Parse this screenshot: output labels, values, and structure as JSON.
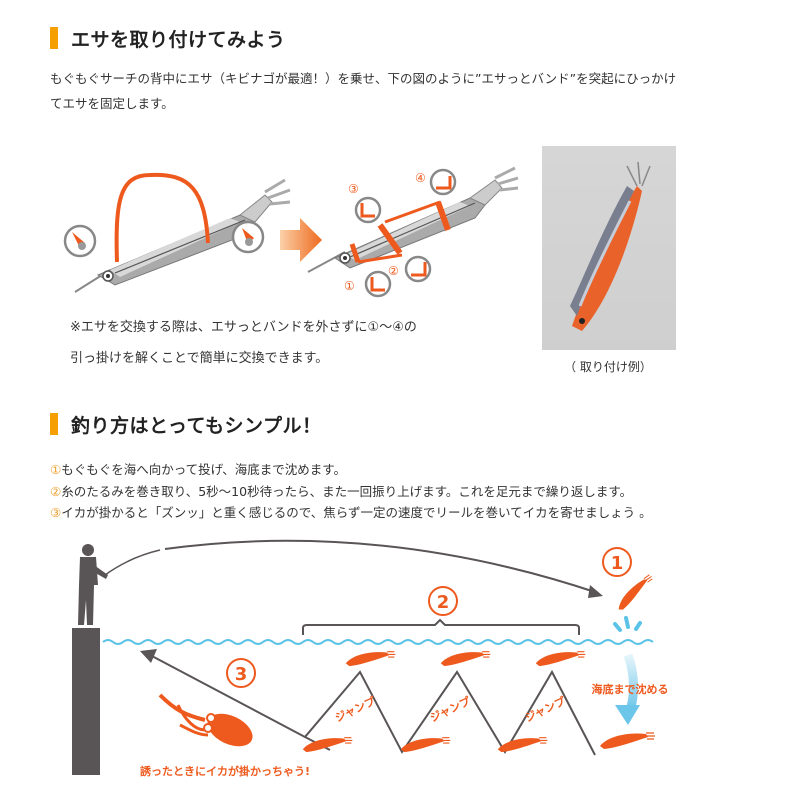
{
  "section1": {
    "title": "エサを取り付けてみよう",
    "description_line1": "もぐもぐサーチの背中にエサ（キビナゴが最適！）を乗せ、下の図のように”エサっとバンド”を突起にひっかけ",
    "description_line2": "てエサを固定します。",
    "diagram_labels": [
      "①",
      "②",
      "③",
      "④"
    ],
    "note_line1": "※エサを交換する際は、エサっとバンドを外さずに①〜④の",
    "note_line2": "引っ掛けを解くことで簡単に交換できます。",
    "photo_caption": "（ 取り付け例）"
  },
  "section2": {
    "title": "釣り方はとってもシンプル！",
    "steps": [
      {
        "num": "①",
        "text": "もぐもぐを海へ向かって投げ、海底まで沈めます。"
      },
      {
        "num": "②",
        "text": "糸のたるみを巻き取り、5秒〜10秒待ったら、また一回振り上げます。これを足元まで繰り返します。"
      },
      {
        "num": "③",
        "text": "イカが掛かると「ズンッ」と重く感じるので、焦らず一定の速度でリールを巻いてイカを寄せましょう 。"
      }
    ],
    "diagram": {
      "step1_label": "1",
      "step2_label": "2",
      "step3_label": "3",
      "jump_label": "ジャンプ",
      "sink_label": "海底まで沈める",
      "hook_label": "誘ったときにイカが掛かっちゃう!"
    }
  },
  "colors": {
    "accent_bar": "#f5a000",
    "orange": "#ee5a1e",
    "step_number": "#f0a030",
    "water": "#5bc3e8",
    "dark": "#555555"
  }
}
